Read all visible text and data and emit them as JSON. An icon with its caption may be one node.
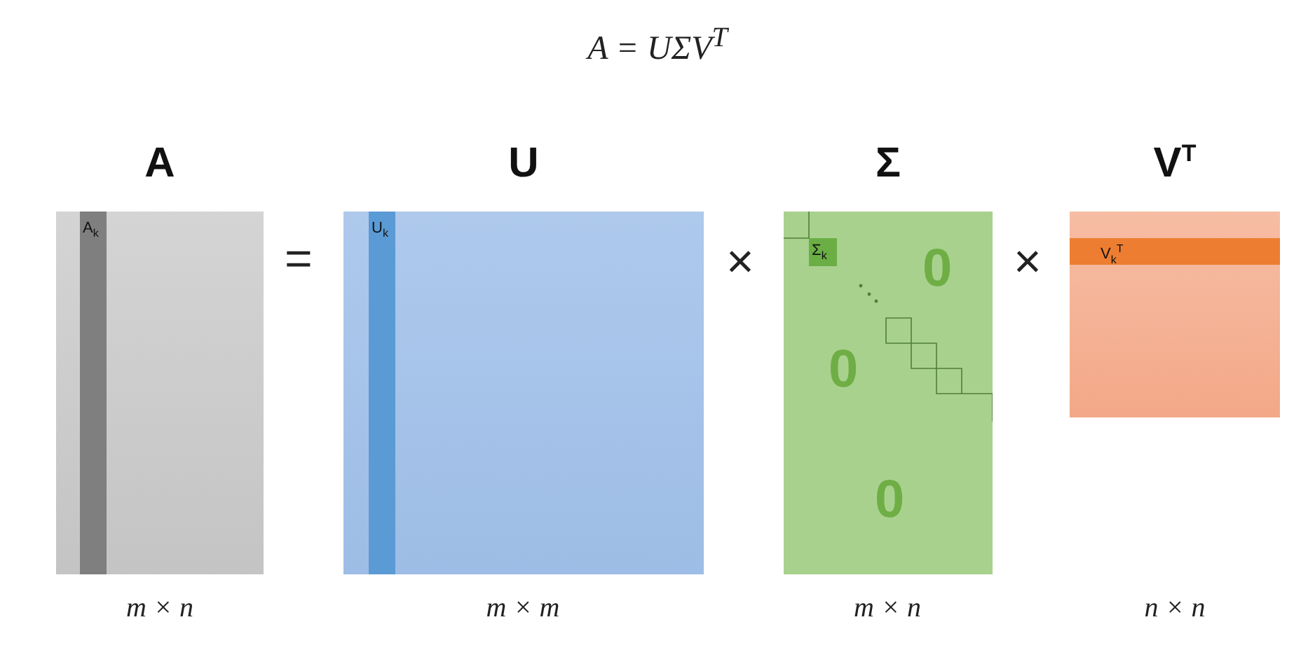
{
  "diagram": {
    "title": "A = UΣV$^{T}$",
    "nodes": [
      {
        "text": [
          "A"
        ]
      },
      {
        "text": [
          "A$_{k}$"
        ],
        "in": 0
      },
      {
        "text": [
          "U"
        ]
      },
      {
        "text": [
          "U$_{k}$"
        ],
        "in": 2
      },
      {
        "text": [
          "Σ"
        ]
      },
      {
        "text": [
          "Σ$_{k}$"
        ],
        "in": 4
      },
      {
        "text": [
          "V$^{T}$"
        ]
      },
      {
        "text": [
          "V$_{k}$$^{T}$"
        ],
        "in": 6
      }
    ],
    "labels": [
      "=",
      "×",
      "0",
      "×",
      "0",
      "0",
      "m × n",
      "m × m",
      "m × n",
      "n × n"
    ]
  }
}
